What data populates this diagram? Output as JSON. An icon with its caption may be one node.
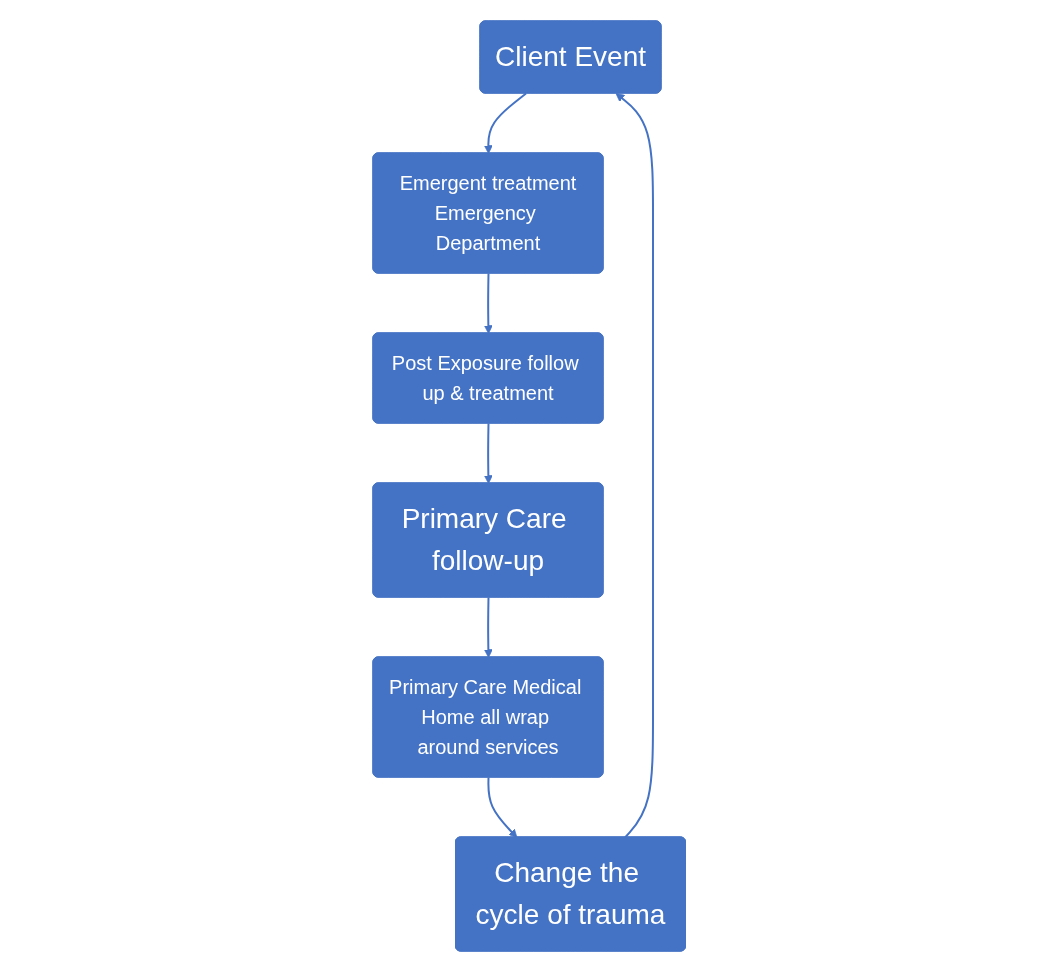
{
  "diagram": {
    "nodes": [
      {
        "text": [
          "Client Event"
        ]
      },
      {
        "text": [
          "Emergent treatment",
          "Emergency Department"
        ]
      },
      {
        "text": [
          "Post Exposure follow up & treatment"
        ]
      },
      {
        "text": [
          "Primary Care follow-up"
        ]
      },
      {
        "text": [
          "Primary Care Medical Home all wrap around services"
        ]
      },
      {
        "text": [
          "Change the cycle of trauma"
        ]
      }
    ],
    "edges": [
      {
        "from": 0,
        "to": 1,
        "arrow": "to"
      },
      {
        "from": 1,
        "to": 2,
        "arrow": "to"
      },
      {
        "from": 2,
        "to": 3,
        "arrow": "to"
      },
      {
        "from": 3,
        "to": 4,
        "arrow": "to"
      },
      {
        "from": 4,
        "to": 5,
        "arrow": "to"
      },
      {
        "from": 5,
        "to": 0,
        "arrow": "to"
      }
    ]
  }
}
